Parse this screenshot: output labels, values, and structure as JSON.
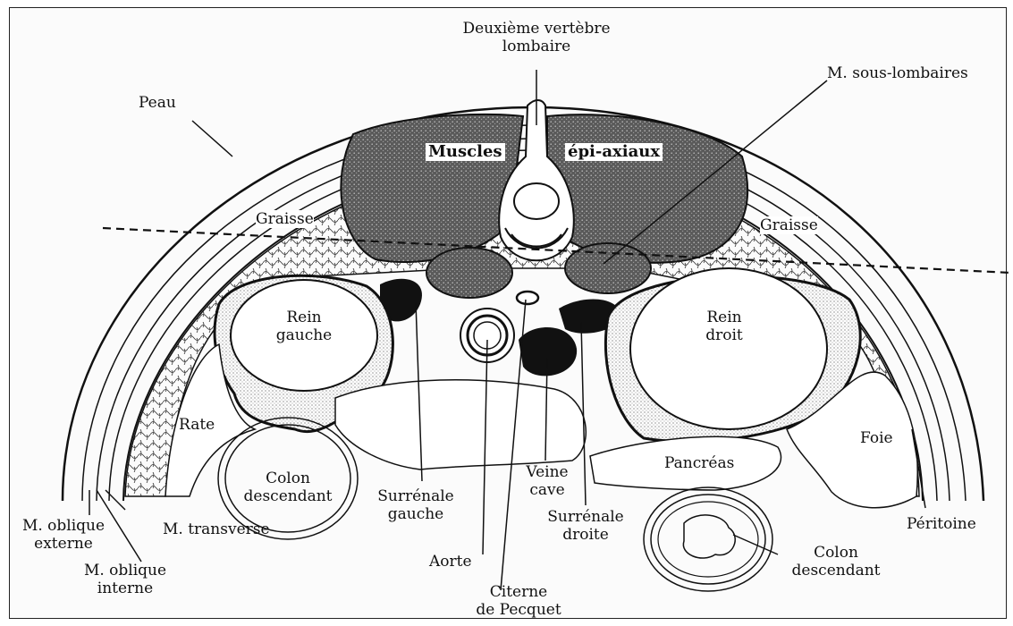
{
  "labels": {
    "vertebre_1": "Deuxième vertèbre",
    "vertebre_2": "lombaire",
    "peau": "Peau",
    "sous_lombaires": "M. sous-lombaires",
    "muscles": "Muscles",
    "epi_axiaux": "épi-axiaux",
    "graisse_left": "Graisse",
    "graisse_right": "Graisse",
    "rein_gauche_1": "Rein",
    "rein_gauche_2": "gauche",
    "rein_droit_1": "Rein",
    "rein_droit_2": "droit",
    "rate": "Rate",
    "foie": "Foie",
    "colon_left_1": "Colon",
    "colon_left_2": "descendant",
    "surrenale_g_1": "Surrénale",
    "surrenale_g_2": "gauche",
    "veine_1": "Veine",
    "veine_2": "cave",
    "pancreas": "Pancréas",
    "surrenale_d_1": "Surrénale",
    "surrenale_d_2": "droite",
    "peritoine": "Péritoine",
    "oblique_ext_1": "M. oblique",
    "oblique_ext_2": "externe",
    "transverse": "M. transverse",
    "oblique_int_1": "M. oblique",
    "oblique_int_2": "interne",
    "aorte": "Aorte",
    "citerne_1": "Citerne",
    "citerne_2": "de Pecquet",
    "colon_right_1": "Colon",
    "colon_right_2": "descendant"
  }
}
